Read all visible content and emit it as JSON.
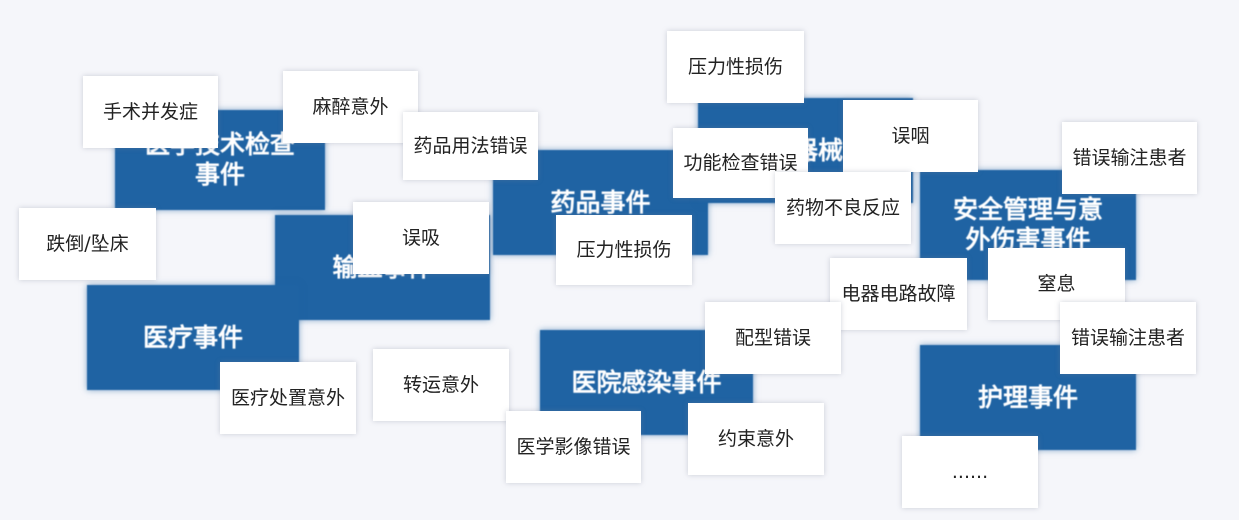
{
  "categories": {
    "medtech": "医学技术检查事件",
    "transfusion": "输血事件",
    "medical": "医疗事件",
    "drug": "药品事件",
    "device": "器械事件",
    "safety": "安全管理与意外伤害事件",
    "infection": "医院感染事件",
    "nursing": "护理事件"
  },
  "tags": {
    "surgery_complication": "手术并发症",
    "anesthesia_accident": "麻醉意外",
    "drug_usage_error": "药品用法错误",
    "pressure_injury_top": "压力性损伤",
    "function_test_error": "功能检查错误",
    "choking": "误咽",
    "wrong_infusion_top": "错误输注患者",
    "fall_bed": "跌倒/坠床",
    "aspiration": "误吸",
    "pressure_injury_mid": "压力性损伤",
    "adverse_drug_reaction": "药物不良反应",
    "suffocation": "窒息",
    "electrical_failure": "电器电路故障",
    "type_match_error": "配型错误",
    "wrong_infusion_bottom": "错误输注患者",
    "treatment_accident": "医疗处置意外",
    "transport_accident": "转运意外",
    "imaging_error": "医学影像错误",
    "restraint_accident": "约束意外",
    "more": "......"
  }
}
